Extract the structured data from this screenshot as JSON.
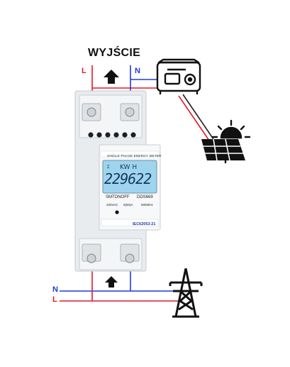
{
  "title": "WYJŚCIE",
  "wiring": {
    "top": {
      "live": "L",
      "neutral": "N"
    },
    "bottom": {
      "neutral": "N",
      "live": "L"
    },
    "live_color": "#e0182d",
    "neutral_color": "#1f3bd6"
  },
  "meter": {
    "header": "SINGLE PHASE ENERGY METER",
    "brand": "SMTONOFF",
    "model": "DDS669",
    "voltage": "230VAC",
    "current": "5(60)A",
    "frequency": "50/60Hz",
    "standard": "IEC62053-21",
    "lcd": {
      "unit": "KW H",
      "symbol": "Σ",
      "value": "229622"
    }
  },
  "icons": [
    "inverter-icon",
    "sun-icon",
    "solar-panel-icon",
    "power-pylon-icon",
    "up-arrow-icon"
  ]
}
